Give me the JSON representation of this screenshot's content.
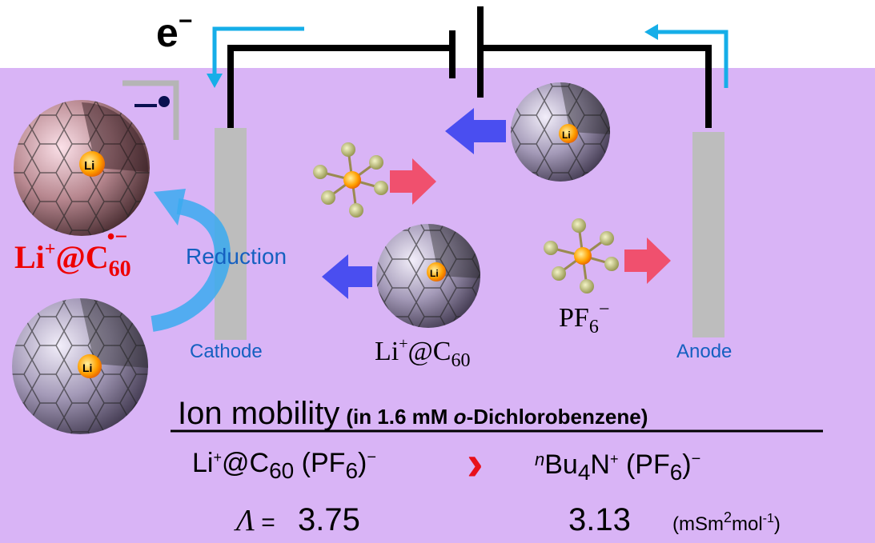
{
  "colors": {
    "background": "#d9b4f6",
    "electrode": "#bdbdbd",
    "wire": "#000000",
    "electron_flow": "#16aee8",
    "red_arrow": "#f0506e",
    "blue_arrow": "#4a4ef0",
    "label_blue": "#1560c0",
    "label_red": "#ee0000"
  },
  "circuit": {
    "electron_label": "e",
    "electron_sup": "−"
  },
  "electrodes": {
    "cathode": "Cathode",
    "anode": "Anode"
  },
  "reduction": {
    "label": "Reduction"
  },
  "radical_anion": {
    "main": "Li",
    "plus": "+",
    "at": "@C",
    "sub": "60",
    "sup": "•−",
    "electron_symbol": "–•"
  },
  "fullerene_core_label": "Li",
  "species": {
    "cation": {
      "main": "Li",
      "plus": "+",
      "at": "@C",
      "sub": "60"
    },
    "anion": {
      "main": "PF",
      "sub": "6",
      "sup": "−"
    }
  },
  "mobility": {
    "title": "Ion mobility",
    "condition_pre": "(in 1.6 mM ",
    "condition_italic": "o",
    "condition_post": "-Dichlorobenzene)",
    "left": {
      "a": "Li",
      "b": "+",
      "c": "@C",
      "d": "60",
      "e": " (PF",
      "f": "6",
      "g": ")",
      "h": "−"
    },
    "comparator": "›",
    "right": {
      "a": "n",
      "b": "Bu",
      "c": "4",
      "d": "N",
      "e": "+",
      "f": " (PF",
      "g": "6",
      "h": ")",
      "i": "−"
    },
    "symbol": "Λ",
    "equals": " = ",
    "left_value": "3.75",
    "right_value": "3.13",
    "unit_pre": "(mSm",
    "unit_sup1": "2",
    "unit_mid": "mol",
    "unit_sup2": "-1",
    "unit_post": ")"
  }
}
